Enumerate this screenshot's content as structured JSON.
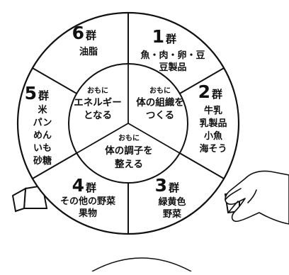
{
  "wheel": {
    "outer_groups": [
      {
        "number": "1",
        "suffix": "群",
        "lines": [
          "魚・肉・卵・豆",
          "豆製品"
        ]
      },
      {
        "number": "2",
        "suffix": "群",
        "lines": [
          "牛乳",
          "乳製品",
          "小魚",
          "海そう"
        ]
      },
      {
        "number": "3",
        "suffix": "群",
        "lines": [
          "緑黄色",
          "野菜"
        ]
      },
      {
        "number": "4",
        "suffix": "群",
        "lines": [
          "その他の野菜",
          "果物"
        ]
      },
      {
        "number": "5",
        "suffix": "群",
        "lines": [
          "米",
          "パン",
          "めん",
          "いも",
          "砂糖"
        ]
      },
      {
        "number": "6",
        "suffix": "群",
        "lines": [
          "油脂"
        ]
      }
    ],
    "inner_functions": [
      {
        "lead": "おもに",
        "lines": [
          "体の組織を",
          "つくる"
        ]
      },
      {
        "lead": "おもに",
        "lines": [
          "体の調子を",
          "整える"
        ]
      },
      {
        "lead": "おもに",
        "lines": [
          "エネルギー",
          "となる"
        ]
      }
    ]
  }
}
